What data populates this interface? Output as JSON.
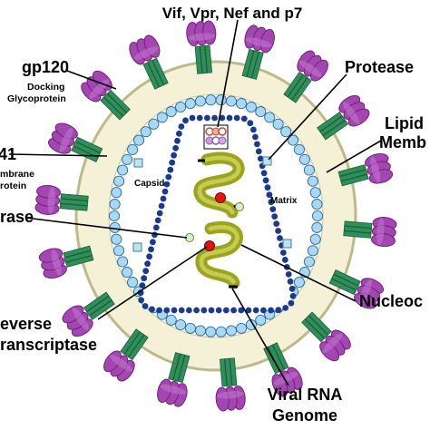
{
  "labels": {
    "vif": "Vif, Vpr, Nef and p7",
    "gp120": "gp120",
    "docking_line1": "Docking",
    "docking_line2": "Glycoprotein",
    "gp41": "41",
    "transmembrane_line1": "mbrane",
    "transmembrane_line2": "rotein",
    "protease": "Protease",
    "lipid_line1": "Lipid",
    "lipid_line2": "Memb",
    "capsid": "Capsid",
    "matrix": "Matrix",
    "integrase": "rase",
    "nucleocapsid": "Nucleoc",
    "rt_line1": "everse",
    "rt_line2": "ranscriptase",
    "rna_line1": "Viral RNA",
    "rna_line2": "Genome"
  },
  "colors": {
    "envelope_outer": "#f4f1d6",
    "envelope_stroke": "#bdb98a",
    "matrix_bead": "#a9d8f2",
    "matrix_bead_stroke": "#2c6d9c",
    "capsid_bead": "#1c3a8c",
    "capsid_fill": "#ffffff",
    "gp120": "#a346b1",
    "gp120_dark": "#6e2378",
    "gp41": "#2f8f5a",
    "rna": "#9ba41e",
    "rna_light": "#c6cc52",
    "enzyme_red": "#e01616",
    "enzyme_green": "#d8f0c8",
    "protease_square": "#bfe3ee"
  }
}
